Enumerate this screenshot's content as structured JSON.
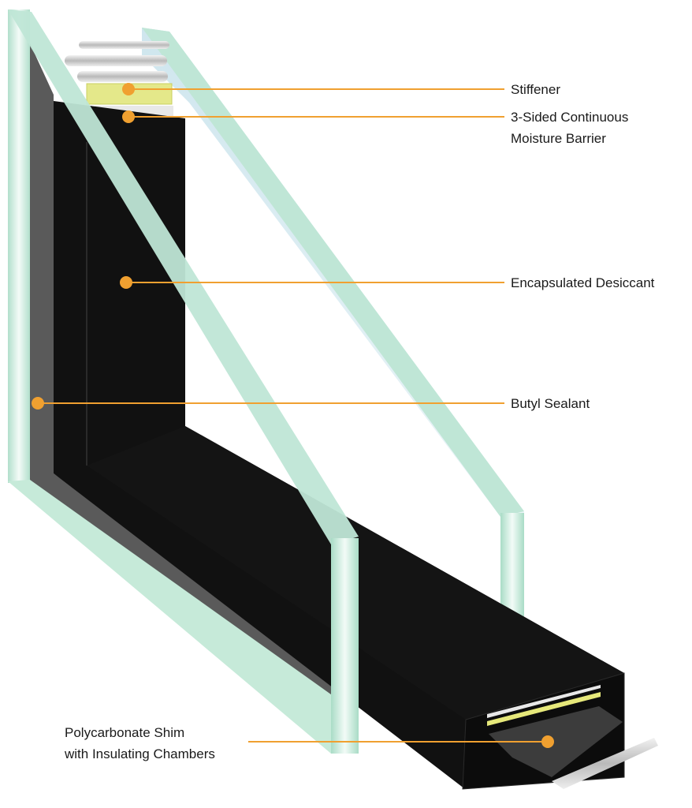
{
  "diagram": {
    "title": "Insulating glass unit spacer cross-section",
    "colors": {
      "callout": "#f0a030",
      "glass_edge": "#bfe6d6",
      "glass_face": "#e6f3f6",
      "spacer": "#111111",
      "butyl": "#555555",
      "stiffener": "#e4e88a"
    },
    "labels": {
      "stiffener": "Stiffener",
      "moisture_barrier_1": "3-Sided Continuous",
      "moisture_barrier_2": "Moisture Barrier",
      "desiccant": "Encapsulated Desiccant",
      "butyl": "Butyl Sealant",
      "shim_1": "Polycarbonate Shim",
      "shim_2": "with Insulating Chambers"
    }
  }
}
